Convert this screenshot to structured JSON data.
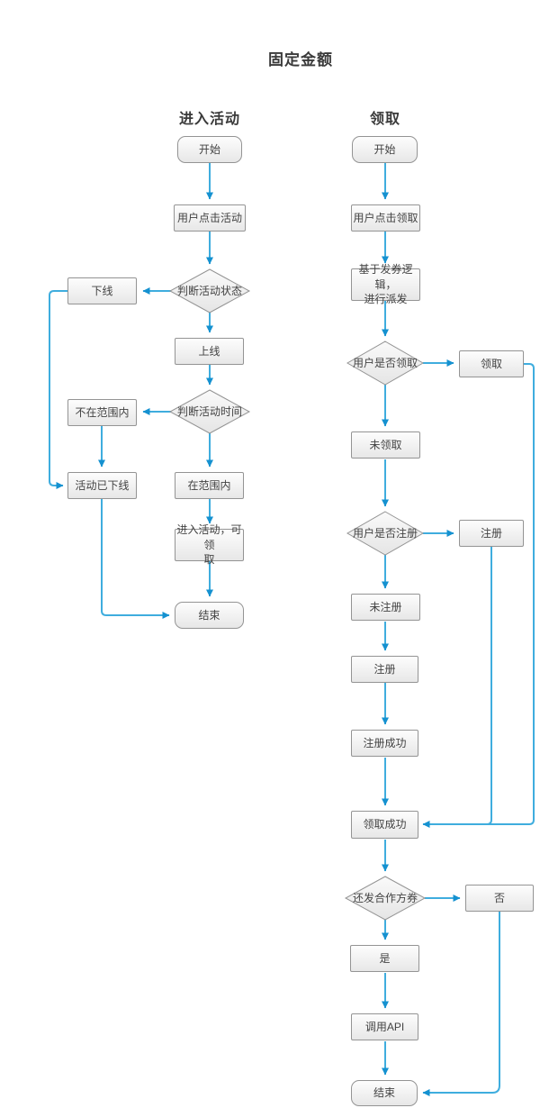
{
  "title": "固定金额",
  "columns": {
    "left_header": "进入活动",
    "right_header": "领取"
  },
  "nodes": {
    "l_start": "开始",
    "l_click": "用户点击活动",
    "l_status": "判断活动状态",
    "l_offline": "下线",
    "l_online": "上线",
    "l_time": "判断活动时间",
    "l_not_in_range": "不在范围内",
    "l_activity_offline": "活动已下线",
    "l_in_range": "在范围内",
    "l_enter": "进入活动，可领\n取",
    "l_end": "结束",
    "r_start": "开始",
    "r_click": "用户点击领取",
    "r_logic": "基于发券逻辑，\n进行派发",
    "r_is_claimed": "用户是否领取",
    "r_claimed": "领取",
    "r_unclaimed": "未领取",
    "r_is_registered": "用户是否注册",
    "r_registered": "注册",
    "r_unregistered": "未注册",
    "r_register": "注册",
    "r_register_ok": "注册成功",
    "r_claim_ok": "领取成功",
    "r_partner": "还发合作方券",
    "r_no": "否",
    "r_yes": "是",
    "r_api": "调用API",
    "r_end": "结束"
  },
  "colors": {
    "line": "#3fadde",
    "arrowhead": "#1591d0",
    "node_border": "#949494",
    "node_text": "#434343",
    "title_text": "#3a3a3a"
  }
}
